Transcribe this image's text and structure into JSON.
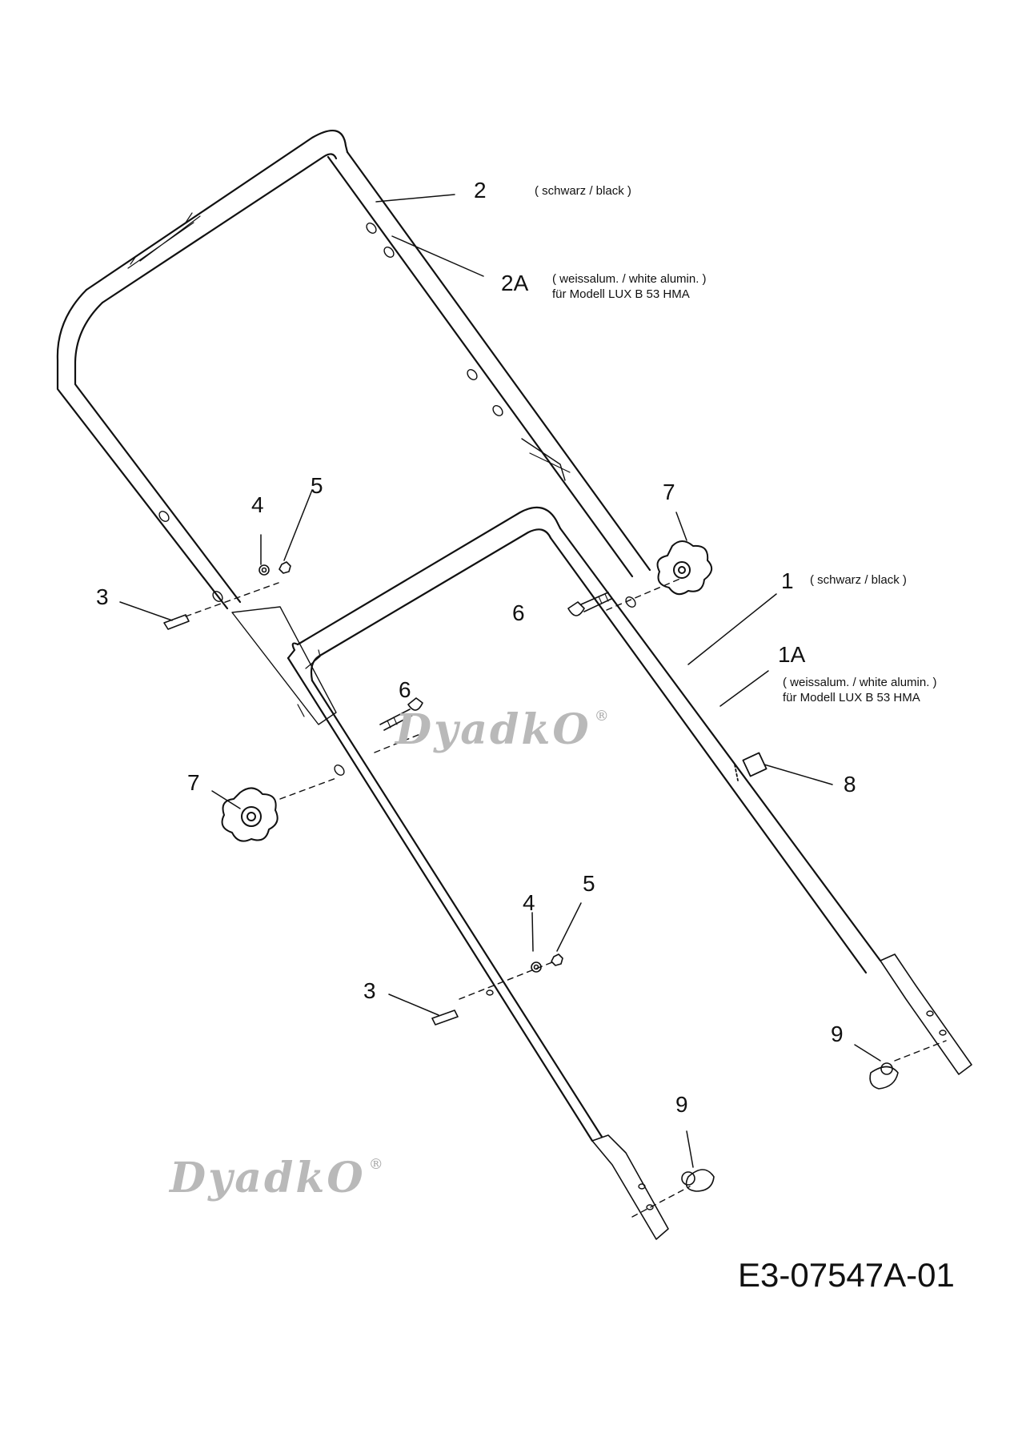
{
  "parts": {
    "p1": "1",
    "p1A": "1A",
    "p2": "2",
    "p2A": "2A",
    "p3a": "3",
    "p3b": "3",
    "p4a": "4",
    "p4b": "4",
    "p5a": "5",
    "p5b": "5",
    "p6a": "6",
    "p6b": "6",
    "p7a": "7",
    "p7b": "7",
    "p8": "8",
    "p9a": "9",
    "p9b": "9"
  },
  "notes": {
    "n2": "( schwarz / black )",
    "n2A_line1": "( weissalum. / white alumin. )",
    "n2A_line2": "für Modell LUX B 53 HMA",
    "n1": "( schwarz / black )",
    "n1A_line1": "( weissalum. / white alumin. )",
    "n1A_line2": "für Modell LUX B 53 HMA"
  },
  "drawing_code": "E3-07547A-01",
  "watermark": {
    "text": "DyadkO",
    "mark": "®"
  }
}
